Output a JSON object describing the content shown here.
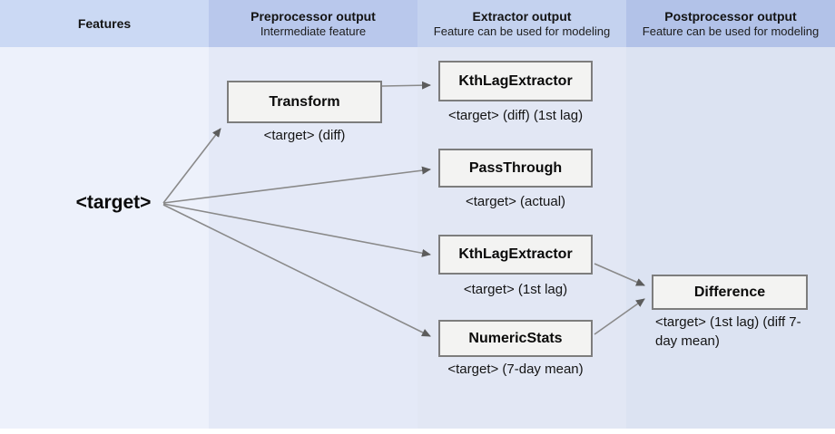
{
  "columns": [
    {
      "title": "Features",
      "subtitle": ""
    },
    {
      "title": "Preprocessor output",
      "subtitle": "Intermediate feature"
    },
    {
      "title": "Extractor output",
      "subtitle": "Feature can be used for modeling"
    },
    {
      "title": "Postprocessor output",
      "subtitle": "Feature can be used for modeling"
    }
  ],
  "source": {
    "label": "<target>"
  },
  "nodes": {
    "transform": {
      "name": "Transform",
      "caption": "<target> (diff)"
    },
    "kthlag1": {
      "name": "KthLagExtractor",
      "caption": "<target> (diff) (1st lag)"
    },
    "passthrough": {
      "name": "PassThrough",
      "caption": "<target> (actual)"
    },
    "kthlag2": {
      "name": "KthLagExtractor",
      "caption": "<target> (1st lag)"
    },
    "numericstats": {
      "name": "NumericStats",
      "caption": "<target> (7-day mean)"
    },
    "difference": {
      "name": "Difference",
      "caption": "<target> (1st lag) (diff 7-day mean)"
    }
  },
  "edges": [
    {
      "from": "<target>",
      "to": "Transform"
    },
    {
      "from": "<target>",
      "to": "PassThrough"
    },
    {
      "from": "<target>",
      "to": "KthLagExtractor (1st lag)"
    },
    {
      "from": "<target>",
      "to": "NumericStats"
    },
    {
      "from": "Transform",
      "to": "KthLagExtractor (diff) (1st lag)"
    },
    {
      "from": "KthLagExtractor (1st lag)",
      "to": "Difference"
    },
    {
      "from": "NumericStats",
      "to": "Difference"
    }
  ],
  "colors": {
    "header_light": "#cbd9f4",
    "header_dark": "#b9c8ec",
    "header_light2": "#c4d2ef",
    "header_dark2": "#b2c2e8",
    "body_col1": "#edf1fb",
    "body_col2": "#e4e9f7",
    "body_col3": "#e2e7f4",
    "body_col4": "#dce3f2",
    "node_fill": "#f3f3f2",
    "node_border": "#7d7d7d",
    "arrow": "#8a8a8a"
  }
}
